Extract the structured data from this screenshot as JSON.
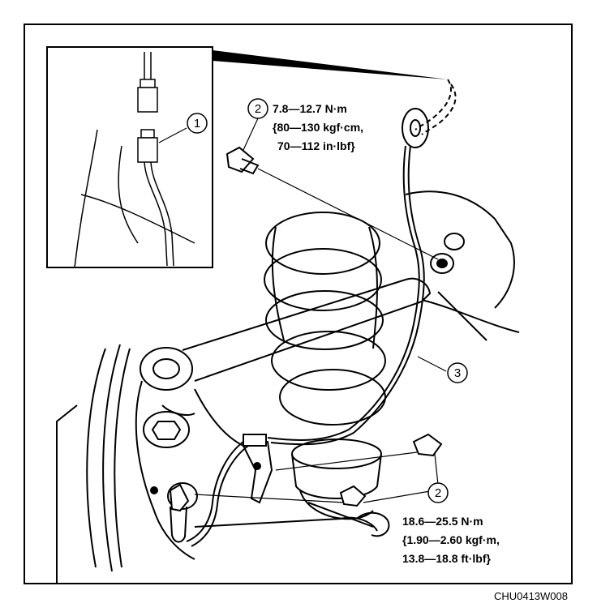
{
  "callouts": {
    "connector": "1",
    "bolt": "2",
    "harness": "3"
  },
  "torque_upper": {
    "line1": "7.8—12.7 N·m",
    "line2": "{80—130 kgf·cm,",
    "line3": "70—112 in·lbf}"
  },
  "torque_lower": {
    "line1": "18.6—25.5 N·m",
    "line2": "{1.90—2.60 kgf·m,",
    "line3": "13.8—18.8 ft·lbf}"
  },
  "figure_code": "CHU0413W008"
}
